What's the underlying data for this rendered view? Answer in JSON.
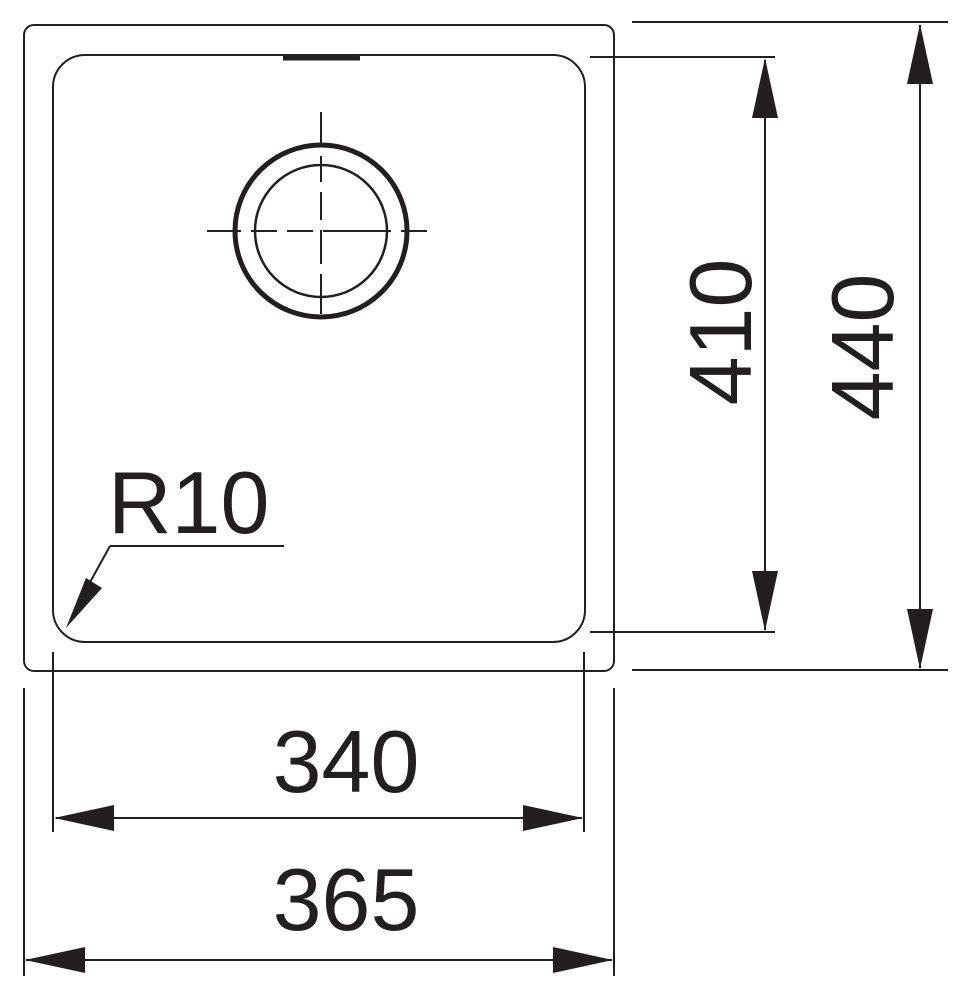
{
  "labels": {
    "radius": "R10",
    "inner_height": "410",
    "outer_height": "440",
    "inner_width": "340",
    "outer_width": "365"
  },
  "colors": {
    "line": "#231f20",
    "background": "#ffffff"
  }
}
